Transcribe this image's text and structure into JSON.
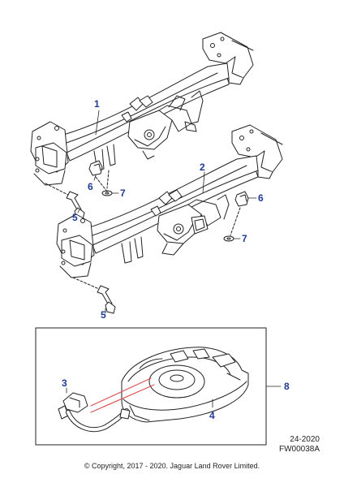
{
  "callouts": {
    "c1": "1",
    "c2": "2",
    "c3": "3",
    "c4": "4",
    "c5a": "5",
    "c5b": "5",
    "c6a": "6",
    "c6b": "6",
    "c7a": "7",
    "c7b": "7",
    "c8": "8"
  },
  "reference": {
    "date_code": "24-2020",
    "figure_id": "FW00038A"
  },
  "copyright": "© Copyright, 2017 - 2020. Jaguar Land Rover Limited.",
  "colors": {
    "line": "#222222",
    "callout": "#1f3a93",
    "highlight": "#e05050"
  }
}
